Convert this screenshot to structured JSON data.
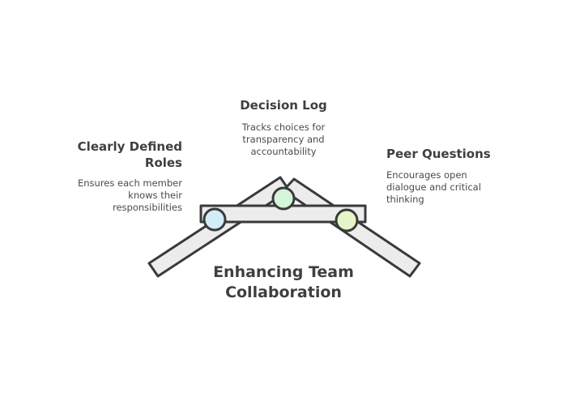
{
  "main": {
    "title_line1": "Enhancing Team",
    "title_line2": "Collaboration"
  },
  "items": [
    {
      "title_line1": "Clearly Defined",
      "title_line2": "Roles",
      "desc_lines": [
        "Ensures each member",
        "knows their",
        "responsibilities"
      ],
      "circle_color": "#d3ecfa"
    },
    {
      "title_line1": "Decision Log",
      "desc_lines": [
        "Tracks choices for",
        "transparency and",
        "accountability"
      ],
      "circle_color": "#d3f5d8"
    },
    {
      "title_line1": "Peer Questions",
      "desc_lines": [
        "Encourages open",
        "dialogue and critical",
        "thinking"
      ],
      "circle_color": "#e6f5c8"
    }
  ],
  "colors": {
    "stroke": "#3a3a3a",
    "fill": "#ececec"
  }
}
